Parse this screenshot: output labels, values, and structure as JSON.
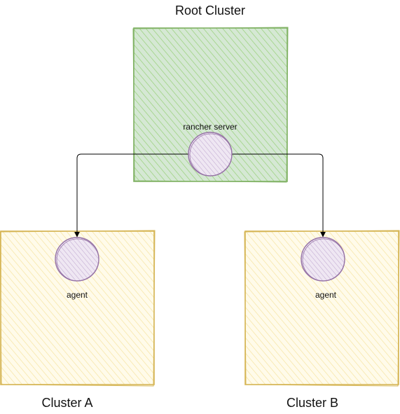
{
  "colors": {
    "root_fill": "#d5e8d4",
    "root_hatch": "#97d077",
    "root_stroke": "#82b366",
    "cluster_fill": "#fff2cc",
    "cluster_hatch": "#f1d97e",
    "cluster_stroke": "#d6b656",
    "node_fill": "#e1d5e7",
    "node_hatch": "#c4aed3",
    "node_stroke": "#9673a6",
    "edge": "#000000"
  },
  "root_cluster": {
    "title": "Root Cluster",
    "server_label": "rancher server"
  },
  "cluster_a": {
    "title": "Cluster A",
    "agent_label": "agent"
  },
  "cluster_b": {
    "title": "Cluster B",
    "agent_label": "agent"
  }
}
